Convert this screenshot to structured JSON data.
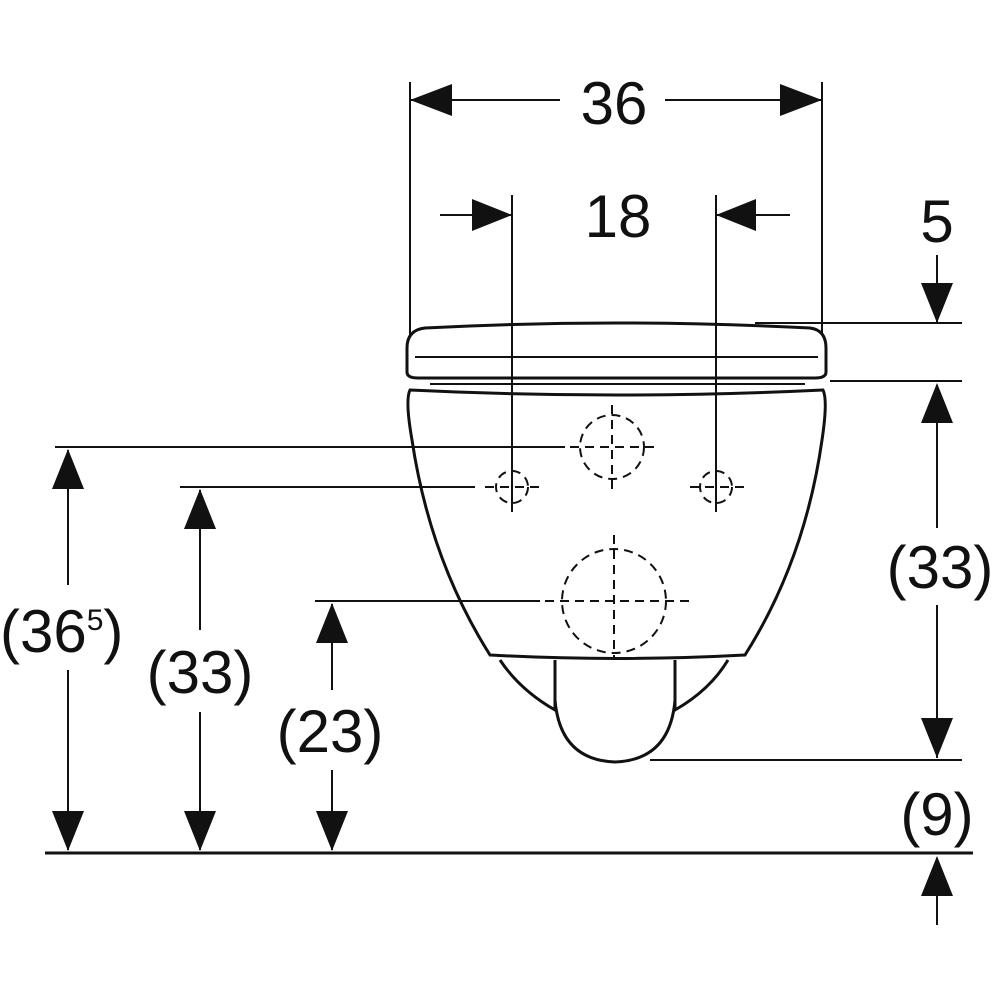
{
  "dimensions": {
    "overall_width": "36",
    "fixing_spacing": "18",
    "seat_thickness": "5",
    "bowl_height": "(33)",
    "outlet_height": "(9)",
    "top_hole_height_main": "(36",
    "top_hole_height_sup": "5",
    "top_hole_height_close": ")",
    "fixing_height": "(33)",
    "outlet_center_height": "(23)"
  }
}
